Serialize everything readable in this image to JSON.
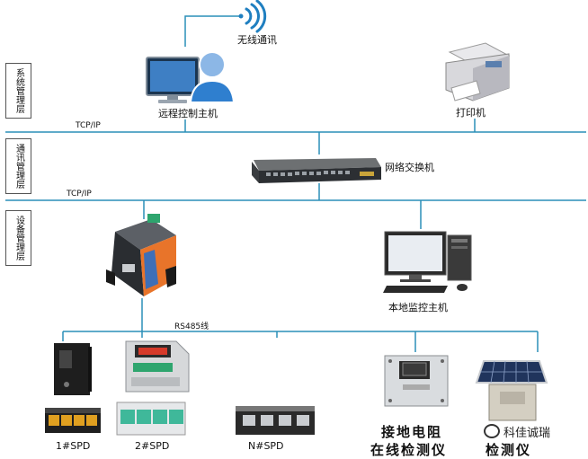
{
  "layers": [
    {
      "label": "系统管理层"
    },
    {
      "label": "通讯管理层"
    },
    {
      "label": "设备管理层"
    }
  ],
  "bus_labels": {
    "tcpip_top": "TCP/IP",
    "tcpip_mid": "TCP/IP",
    "rs485": "RS485线"
  },
  "devices": {
    "wireless": "无线通讯",
    "remote_host": "远程控制主机",
    "printer": "打印机",
    "switch": "网络交换机",
    "local_host": "本地监控主机",
    "spd1": "1#SPD",
    "spd2": "2#SPD",
    "spdn": "N#SPD",
    "ground_line1": "接地电阻",
    "ground_line2": "在线检测仪",
    "solar_line2": "检测仪"
  },
  "watermark": "科佳诚瑞",
  "colors": {
    "line": "#2a8fb8",
    "dark": "#222222",
    "orange": "#e8742a",
    "green": "#2ea56e"
  }
}
